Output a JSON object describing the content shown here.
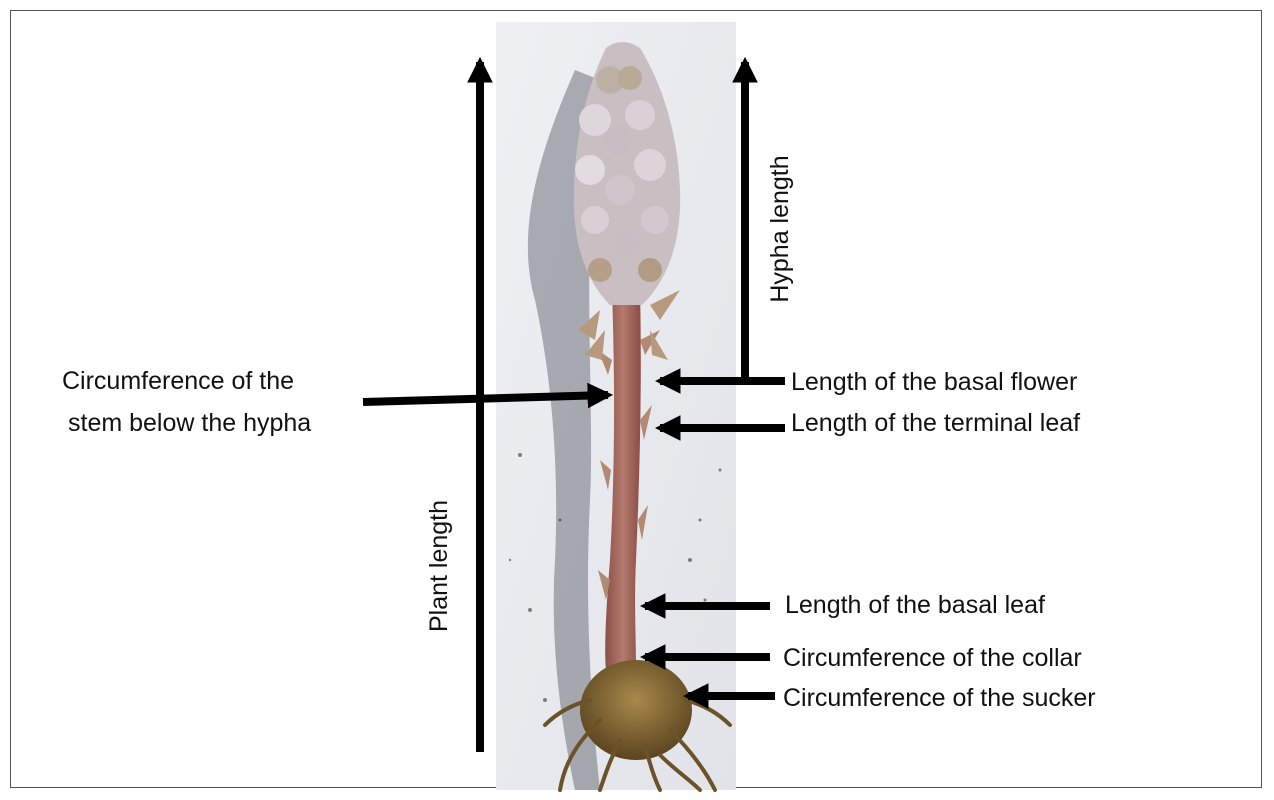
{
  "figure": {
    "labels": {
      "plant_length": "Plant length",
      "hypha_length": "Hypha length",
      "circumference_stem": [
        "Circumference of the",
        "stem below the hypha"
      ],
      "basal_flower": "Length of the basal flower",
      "terminal_leaf": "Length of the terminal leaf",
      "basal_leaf": "Length of the basal leaf",
      "collar": "Circumference of the collar",
      "sucker": "Circumference of the sucker"
    },
    "colors": {
      "arrow": "#000000",
      "background": "#e9ebf0",
      "stem": "#a5655a",
      "flowers": "#cfc6c8",
      "roots": "#7a6030"
    }
  }
}
